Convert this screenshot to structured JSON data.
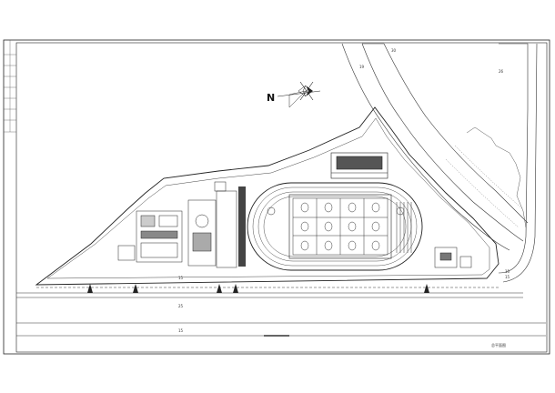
{
  "north_label": "N",
  "dimensions": {
    "road_top_left": "19",
    "road_top_mid": "30",
    "road_top_right": "26",
    "road_bottom_1": "15",
    "road_bottom_2": "25",
    "road_bottom_3": "15",
    "right_edge_1": "15",
    "right_edge_2": "15"
  },
  "title_block_text": "总平面图"
}
